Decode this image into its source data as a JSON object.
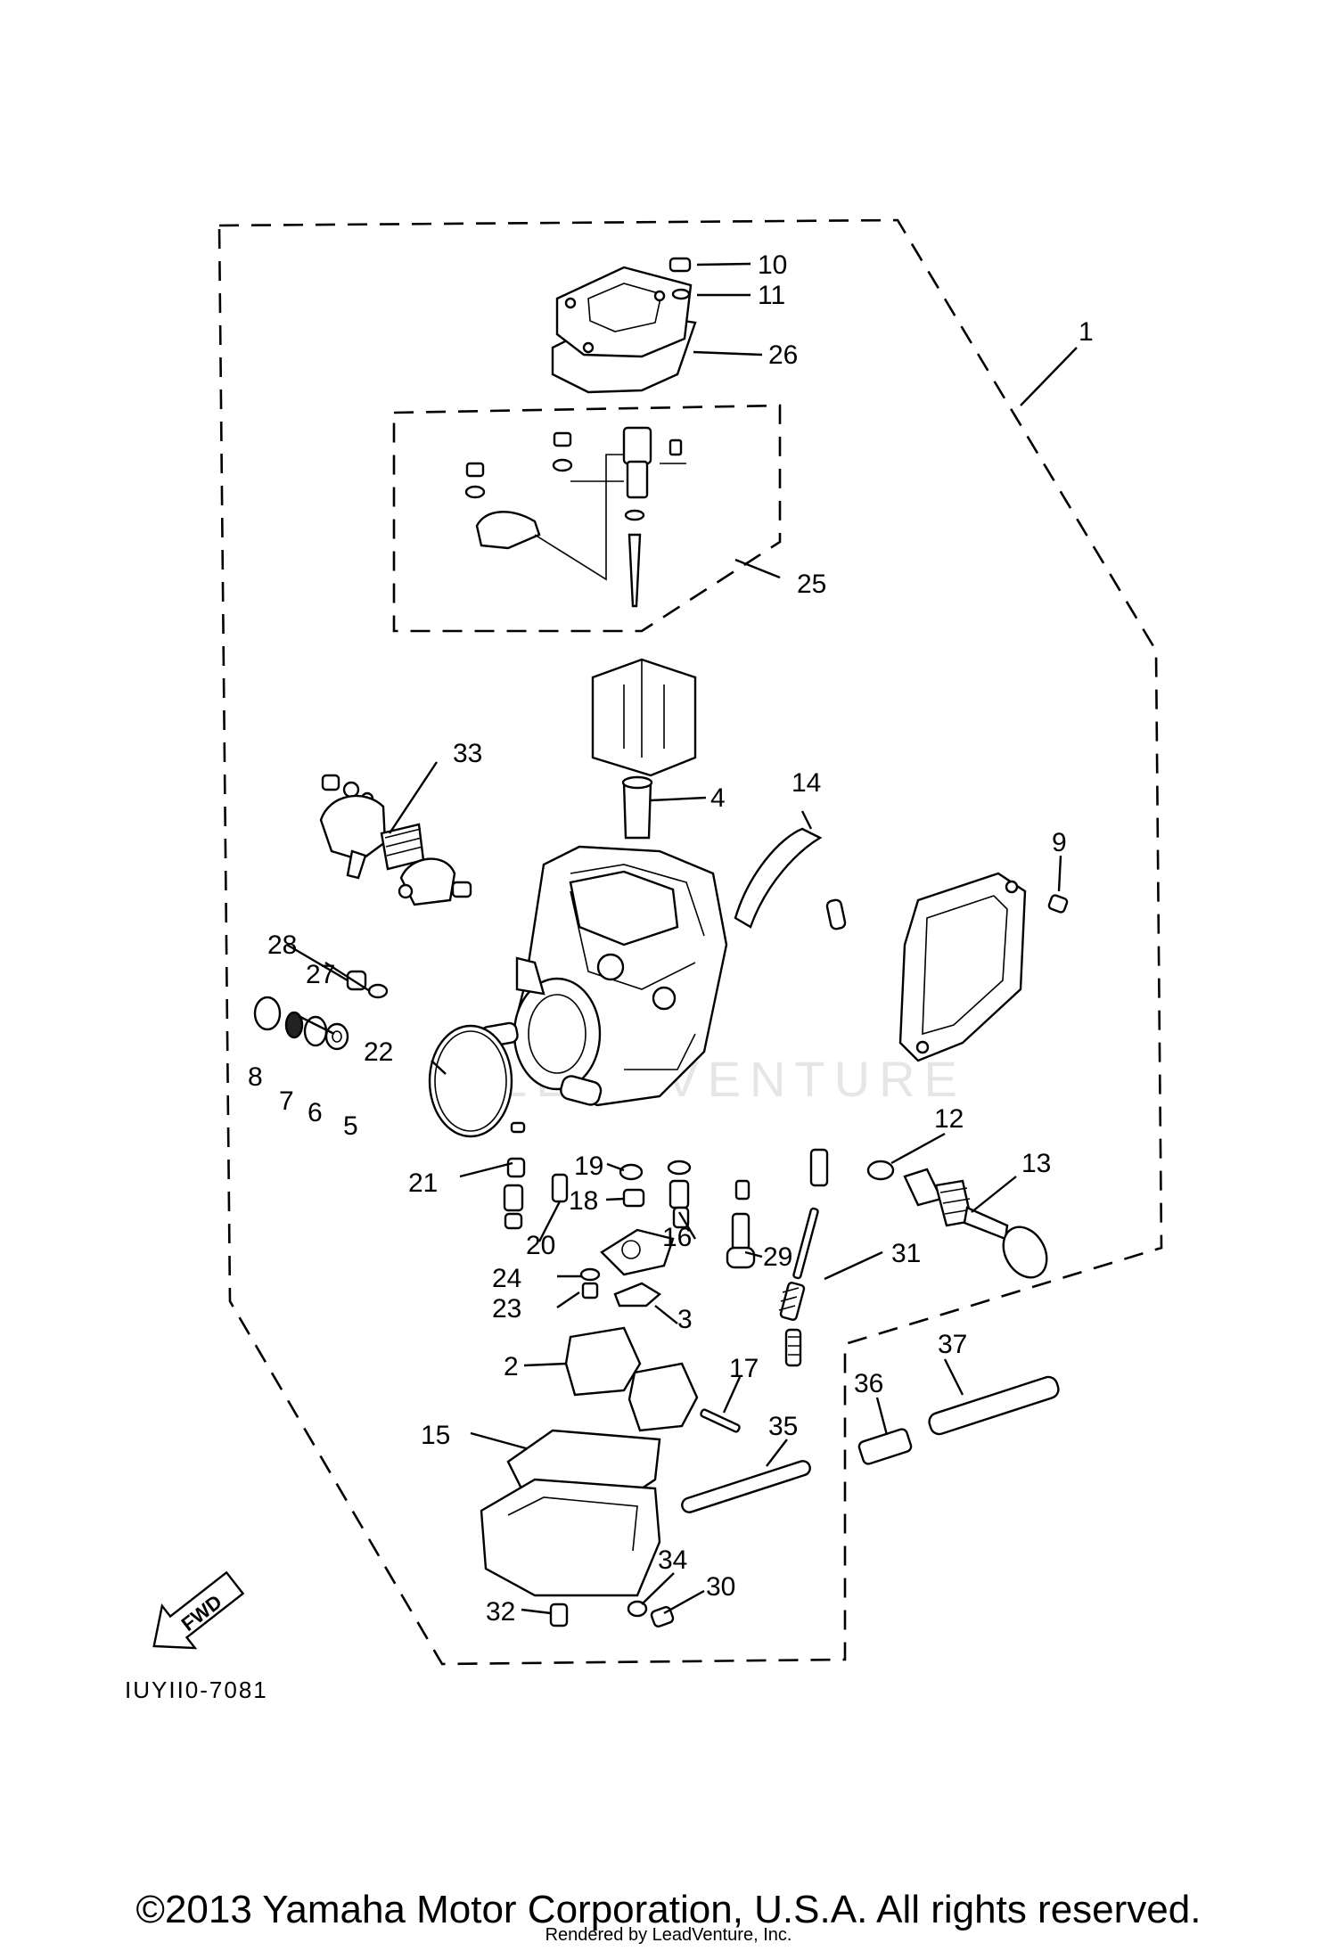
{
  "diagram": {
    "code": "IUYII0-7081",
    "watermark": "LEADVENTURE",
    "fwd_label": "FWD"
  },
  "callouts": [
    {
      "id": "c1",
      "text": "1"
    },
    {
      "id": "c2",
      "text": "2"
    },
    {
      "id": "c3",
      "text": "3"
    },
    {
      "id": "c4",
      "text": "4"
    },
    {
      "id": "c5",
      "text": "5"
    },
    {
      "id": "c6",
      "text": "6"
    },
    {
      "id": "c7",
      "text": "7"
    },
    {
      "id": "c8",
      "text": "8"
    },
    {
      "id": "c9",
      "text": "9"
    },
    {
      "id": "c10",
      "text": "10"
    },
    {
      "id": "c11",
      "text": "11"
    },
    {
      "id": "c12",
      "text": "12"
    },
    {
      "id": "c13",
      "text": "13"
    },
    {
      "id": "c14",
      "text": "14"
    },
    {
      "id": "c15",
      "text": "15"
    },
    {
      "id": "c16",
      "text": "16"
    },
    {
      "id": "c17",
      "text": "17"
    },
    {
      "id": "c18",
      "text": "18"
    },
    {
      "id": "c19",
      "text": "19"
    },
    {
      "id": "c20",
      "text": "20"
    },
    {
      "id": "c21",
      "text": "21"
    },
    {
      "id": "c22",
      "text": "22"
    },
    {
      "id": "c23",
      "text": "23"
    },
    {
      "id": "c24",
      "text": "24"
    },
    {
      "id": "c25",
      "text": "25"
    },
    {
      "id": "c26",
      "text": "26"
    },
    {
      "id": "c27",
      "text": "27"
    },
    {
      "id": "c28",
      "text": "28"
    },
    {
      "id": "c29",
      "text": "29"
    },
    {
      "id": "c30",
      "text": "30"
    },
    {
      "id": "c31",
      "text": "31"
    },
    {
      "id": "c32",
      "text": "32"
    },
    {
      "id": "c33",
      "text": "33"
    },
    {
      "id": "c34",
      "text": "34"
    },
    {
      "id": "c35",
      "text": "35"
    },
    {
      "id": "c36",
      "text": "36"
    },
    {
      "id": "c37",
      "text": "37"
    }
  ],
  "footer": {
    "copyright": "©2013 Yamaha Motor Corporation, U.S.A. All rights reserved.",
    "rendered_by": "Rendered by LeadVenture, Inc."
  }
}
